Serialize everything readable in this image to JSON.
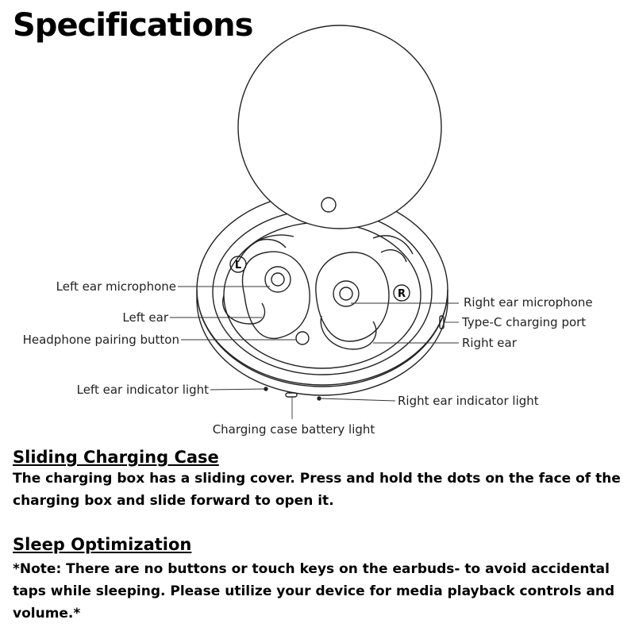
{
  "title": "Specifications",
  "diagram": {
    "labels": {
      "left_mic": "Left ear microphone",
      "left_ear": "Left ear",
      "pairing_button": "Headphone pairing button",
      "left_light": "Left ear indicator light",
      "battery_light": "Charging case battery light",
      "right_mic": "Right ear microphone",
      "type_c": "Type-C charging port",
      "right_ear": "Right ear",
      "right_light": "Right ear indicator light",
      "l_mark": "L",
      "r_mark": "R"
    }
  },
  "sections": [
    {
      "heading": "Sliding Charging Case",
      "body": "The charging box has a sliding cover. Press and hold the dots on the face of the charging box and slide forward to open it."
    },
    {
      "heading": "Sleep Optimization",
      "body": "*Note: There are no buttons or touch keys on the earbuds- to avoid accidental taps while sleeping. Please utilize your device for media playback controls and volume.*"
    }
  ]
}
